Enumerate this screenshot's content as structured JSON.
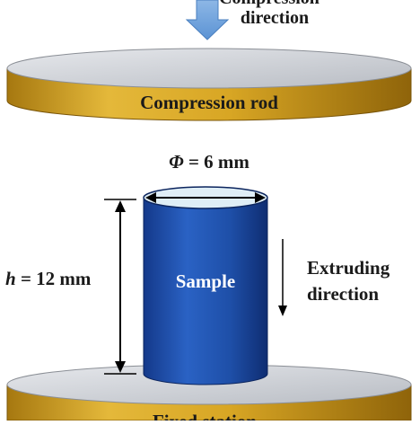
{
  "compression": {
    "label_top": "Compression",
    "label_direction": "direction",
    "rod_label": "Compression rod"
  },
  "sample": {
    "diameter_symbol": "Φ",
    "diameter_value": " = 6 mm",
    "height_symbol": "h",
    "height_value": " = 12 mm",
    "label": "Sample"
  },
  "extrusion": {
    "label_line1": "Extruding",
    "label_line2": "direction"
  },
  "station": {
    "label": "Fixed station"
  },
  "colors": {
    "plate_side": "#d9a520",
    "plate_top": "#c8ccd2",
    "sample_body": "#1e4fa8",
    "sample_top": "#dfeef6",
    "arrow": "#6aa0dc"
  }
}
